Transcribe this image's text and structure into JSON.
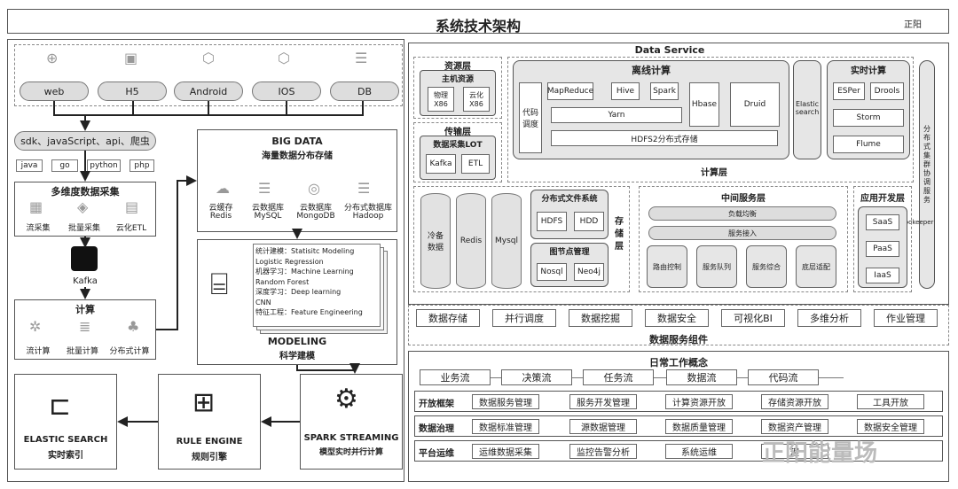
{
  "header": {
    "title": "系统技术架构",
    "author": "正阳"
  },
  "sources": {
    "items": [
      {
        "label": "web",
        "icon": "globe-icon"
      },
      {
        "label": "H5",
        "icon": "html-icon"
      },
      {
        "label": "Android",
        "icon": "android-icon"
      },
      {
        "label": "IOS",
        "icon": "ios-icon"
      },
      {
        "label": "DB",
        "icon": "database-icon"
      }
    ]
  },
  "sdk": {
    "label": "sdk、javaScript、api、爬虫",
    "langs": [
      "java",
      "go",
      "python",
      "php"
    ]
  },
  "collect": {
    "title": "多维度数据采集",
    "items": [
      "流采集",
      "批量采集",
      "云化ETL"
    ]
  },
  "kafka": {
    "label": "Kafka"
  },
  "compute": {
    "title": "计算",
    "items": [
      "流计算",
      "批量计算",
      "分布式计算"
    ]
  },
  "bigdata": {
    "title": "BIG DATA",
    "subtitle": "海量数据分布存储",
    "items": [
      [
        "云缓存",
        "Redis"
      ],
      [
        "云数据库",
        "MySQL"
      ],
      [
        "云数据库",
        "MongoDB"
      ],
      [
        "分布式数据库",
        "Hadoop"
      ]
    ]
  },
  "modeling": {
    "lines": [
      "统计建模：Statisitc Modeling",
      "Logistic Regression",
      "机器学习：Machine Learning",
      "Random Forest",
      "深度学习：Deep learning",
      "CNN",
      "特征工程：Feature Engineering"
    ],
    "title": "MODELING",
    "subtitle": "科学建模"
  },
  "bottom": {
    "es": [
      "ELASTIC SEARCH",
      "实时索引"
    ],
    "rule": [
      "RULE ENGINE",
      "规则引擎"
    ],
    "spark": [
      "SPARK STREAMING",
      "模型实时并行计算"
    ]
  },
  "dataservice": {
    "title": "Data Service",
    "resource": {
      "title": "资源层",
      "sub": "主机资源",
      "items": [
        "物理\nX86",
        "云化\nX86"
      ]
    },
    "transfer": {
      "title": "传输层",
      "sub": "数据采集LOT",
      "items": [
        "Kafka",
        "ETL"
      ]
    },
    "offline": {
      "title": "离线计算",
      "code": "代码\n调度",
      "items": [
        "MapReduce",
        "Hive",
        "Spark"
      ],
      "yarn": "Yarn",
      "hdfs": "HDFS2分布式存储",
      "hbase": "Hbase",
      "druid": "Druid"
    },
    "elastic": "Elastic\nsearch",
    "realtime": {
      "title": "实时计算",
      "items": [
        "ESPer",
        "Drools",
        "Storm",
        "Flume"
      ]
    },
    "calc_layer": "计算层",
    "zookeeper": "分布式集群协调服务",
    "zk_label": "Zookeeper",
    "storage": {
      "dbs": [
        "冷备\n数据",
        "Redis",
        "Mysql"
      ],
      "fs": "分布式文件系统",
      "fs_items": [
        "HDFS",
        "HDD"
      ],
      "graph": "图节点管理",
      "graph_items": [
        "Nosql",
        "Neo4j"
      ],
      "layer": "存\n储\n层"
    },
    "middle": {
      "title": "中间服务层",
      "pills": [
        "负载均衡",
        "服务接入"
      ],
      "items": [
        "路由控制",
        "服务队列",
        "服务综合",
        "底层适配"
      ]
    },
    "app": {
      "title": "应用开发层",
      "items": [
        "SaaS",
        "PaaS",
        "IaaS"
      ]
    }
  },
  "components": {
    "items": [
      "数据存储",
      "并行调度",
      "数据挖掘",
      "数据安全",
      "可视化BI",
      "多维分析",
      "作业管理"
    ],
    "title": "数据服务组件"
  },
  "daily": {
    "title": "日常工作概念",
    "flows": [
      "业务流",
      "决策流",
      "任务流",
      "数据流",
      "代码流"
    ],
    "rows": [
      {
        "label": "开放框架",
        "items": [
          "数据服务管理",
          "服务开发管理",
          "计算资源开放",
          "存储资源开放",
          "工具开放"
        ]
      },
      {
        "label": "数据治理",
        "items": [
          "数据标准管理",
          "源数据管理",
          "数据质量管理",
          "数据资产管理",
          "数据安全管理"
        ]
      },
      {
        "label": "平台运维",
        "items": [
          "运维数据采集",
          "监控告警分析",
          "系统运维",
          "理",
          ""
        ]
      }
    ]
  },
  "watermark": "正阳能量场"
}
